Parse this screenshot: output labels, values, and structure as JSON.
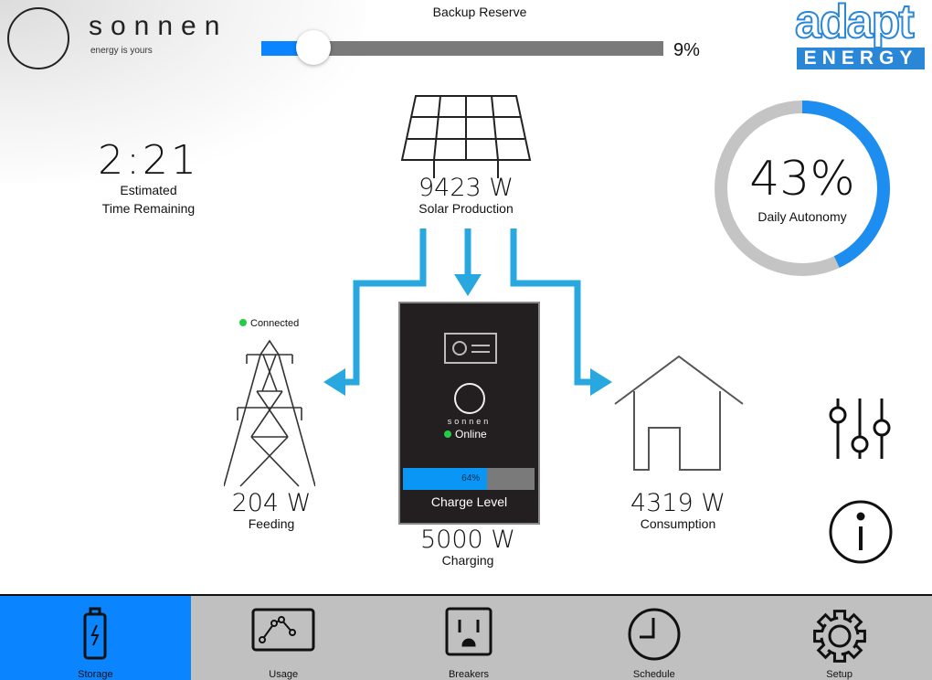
{
  "brand": {
    "name": "sonnen",
    "tagline": "energy is yours",
    "partner_top": "adapt",
    "partner_bottom": "ENERGY"
  },
  "backup": {
    "label": "Backup Reserve",
    "value": "9%",
    "fraction": 0.09
  },
  "time": {
    "value": "2:21",
    "label1": "Estimated",
    "label2": "Time Remaining"
  },
  "solar": {
    "value": "9423 W",
    "label": "Solar Production"
  },
  "autonomy": {
    "value": "43%",
    "label": "Daily Autonomy",
    "fraction": 0.43
  },
  "grid": {
    "status": "Connected",
    "value": "204 W",
    "label": "Feeding"
  },
  "battery": {
    "logo": "sonnen",
    "status": "Online",
    "charge": "64%",
    "charge_fraction": 0.64,
    "charge_label": "Charge Level",
    "value": "5000 W",
    "label": "Charging"
  },
  "home": {
    "value": "4319 W",
    "label": "Consumption"
  },
  "colors": {
    "accent": "#0a84ff",
    "flow": "#29a8e0",
    "online": "#22cc44"
  },
  "nav": [
    {
      "label": "Storage",
      "icon": "battery-icon",
      "active": true
    },
    {
      "label": "Usage",
      "icon": "chart-icon"
    },
    {
      "label": "Breakers",
      "icon": "outlet-icon"
    },
    {
      "label": "Schedule",
      "icon": "clock-icon"
    },
    {
      "label": "Setup",
      "icon": "gear-icon"
    }
  ]
}
